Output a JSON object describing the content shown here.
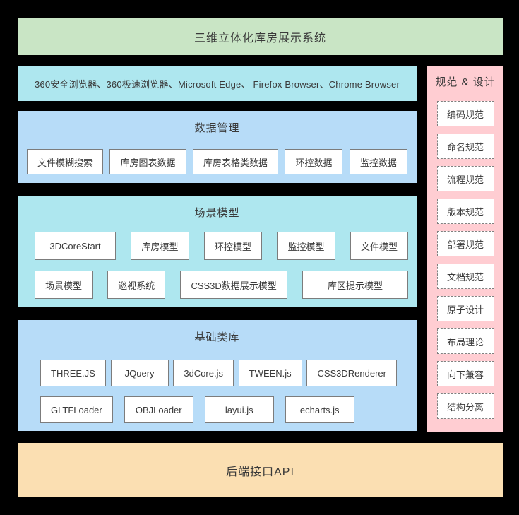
{
  "title_banner": "三维立体化库房展示系统",
  "browser_bar": "360安全浏览器、360极速浏览器、Microsoft Edge、 Firefox Browser、Chrome Browser",
  "sections": [
    {
      "id": "data",
      "title": "数据管理",
      "rows": [
        [
          "文件模糊搜索",
          "库房图表数据",
          "库房表格类数据",
          "环控数据",
          "监控数据"
        ]
      ]
    },
    {
      "id": "scene",
      "title": "场景模型",
      "rows": [
        [
          "3DCoreStart",
          "库房模型",
          "环控模型",
          "监控模型",
          "文件模型"
        ],
        [
          "场景模型",
          "巡视系统",
          "CSS3D数据展示模型",
          "库区提示模型"
        ]
      ]
    },
    {
      "id": "base",
      "title": "基础类库",
      "rows": [
        [
          "THREE.JS",
          "JQuery",
          "3dCore.js",
          "TWEEN.js",
          "CSS3DRenderer"
        ],
        [
          "GLTFLoader",
          "OBJLoader",
          "layui.js",
          "echarts.js"
        ]
      ]
    }
  ],
  "sidebar": {
    "title": "规范 & 设计",
    "items": [
      "编码规范",
      "命名规范",
      "流程规范",
      "版本规范",
      "部署规范",
      "文档规范",
      "原子设计",
      "布局理论",
      "向下兼容",
      "结构分离"
    ]
  },
  "api_banner": "后端接口API",
  "colors": {
    "background": "#000000",
    "title_banner_bg": "#c9e5c5",
    "browser_bar_bg": "#aee7ef",
    "data_section_bg": "#b7dcf8",
    "scene_section_bg": "#aee7ef",
    "base_section_bg": "#b7dcf8",
    "sidebar_bg": "#ffcdd2",
    "api_banner_bg": "#fbdfb2",
    "node_bg": "#ffffff",
    "node_border": "#7c7c7c",
    "text": "#3a3a3a"
  }
}
